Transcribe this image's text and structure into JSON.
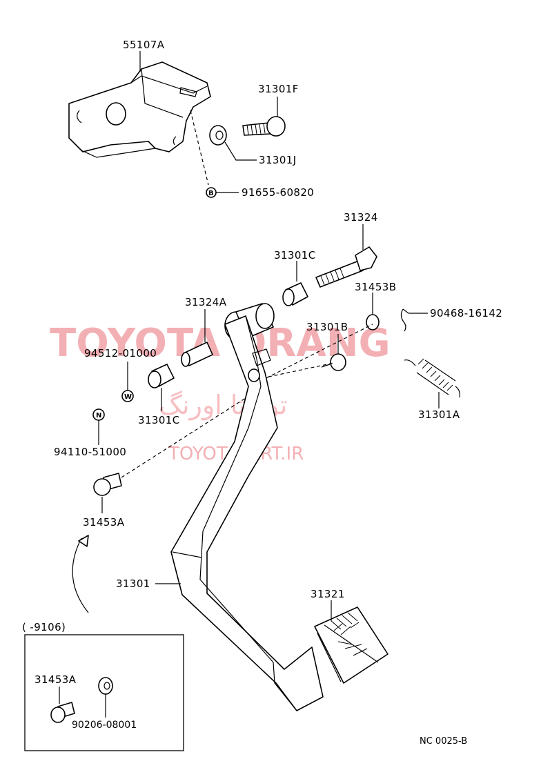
{
  "watermark": {
    "brand": "TOYOTA ORANG",
    "persian": "تویوتا اورنگ",
    "url": "TOYOTAPART.IR"
  },
  "labels": {
    "p55107A": "55107A",
    "p31301F": "31301F",
    "p31301J": "31301J",
    "p91655": "91655-60820",
    "p31324": "31324",
    "p31301C_top": "31301C",
    "p31453B": "31453B",
    "p90468": "90468-16142",
    "p31324A": "31324A",
    "p31301B": "31301B",
    "p94512": "94512-01000",
    "p31301C_left": "31301C",
    "p31301A": "31301A",
    "p94110": "94110-51000",
    "p31453A": "31453A",
    "p31301": "31301",
    "p31321": "31321",
    "inset_range": "(        -9106)",
    "inset_31453A": "31453A",
    "inset_90206": "90206-08001",
    "diagram_code": "NC 0025-B"
  },
  "markers": {
    "B": "B",
    "W": "W",
    "N": "N"
  }
}
